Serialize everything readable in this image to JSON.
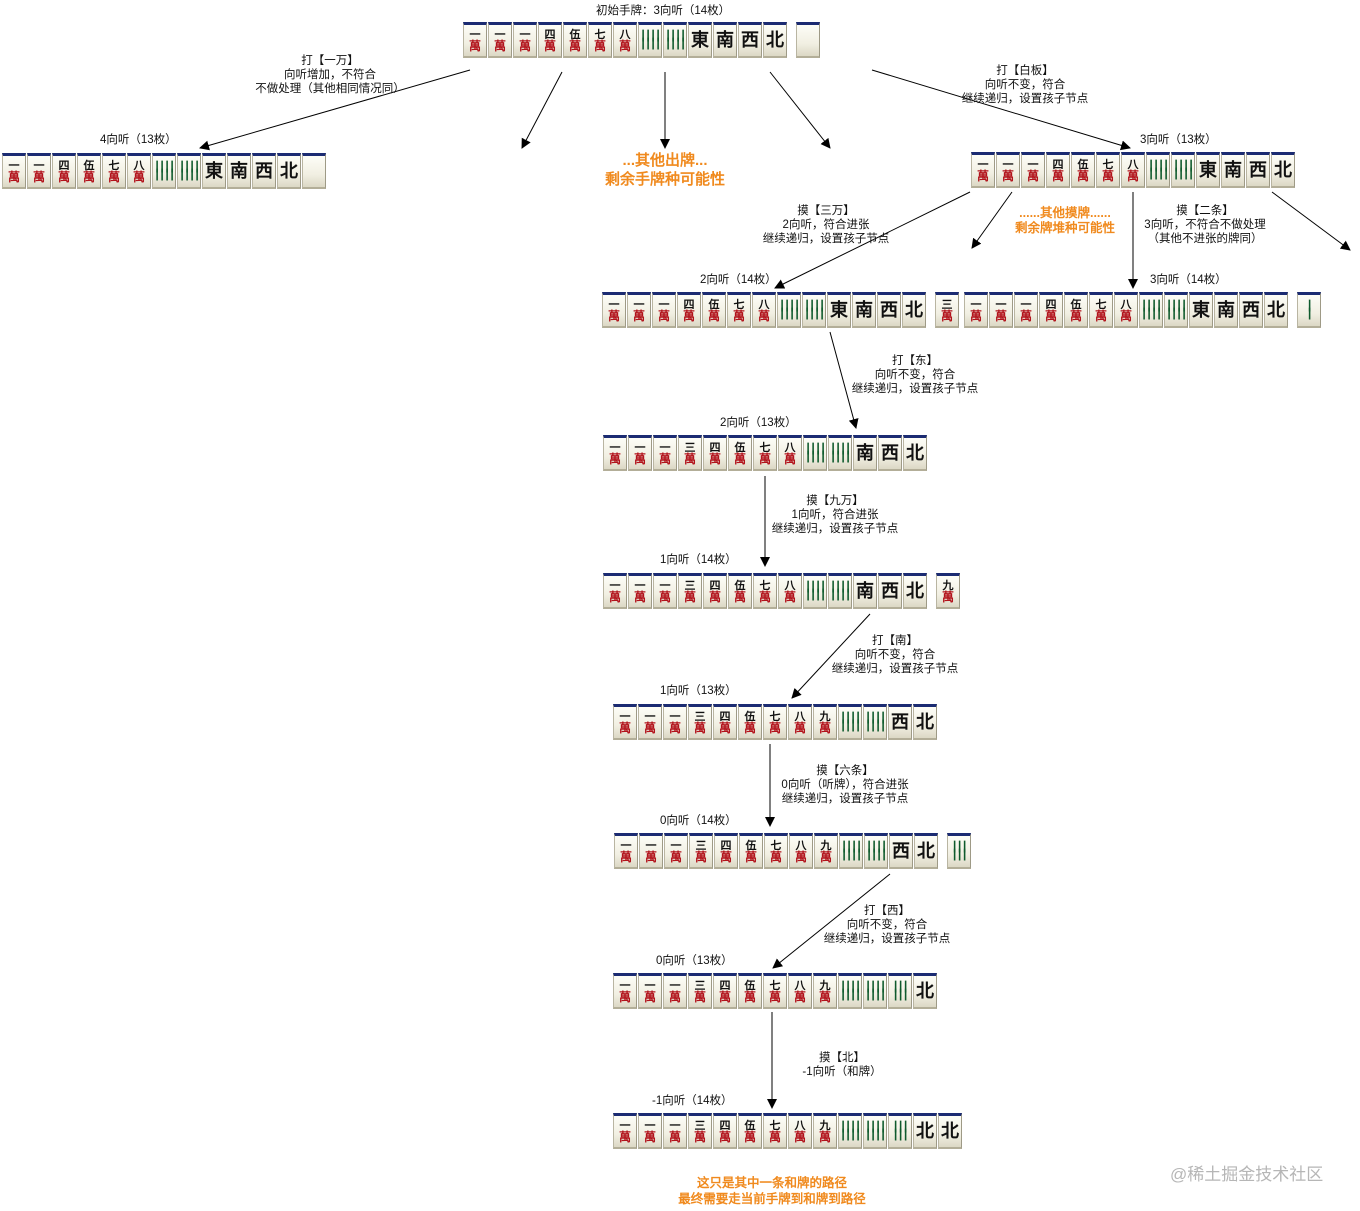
{
  "hands": [
    {
      "id": "h0",
      "title": "初始手牌：3向听（14枚）",
      "tiles": [
        "1m",
        "1m",
        "1m",
        "4m",
        "5m",
        "7m",
        "8m",
        "8s",
        "8s",
        "E",
        "S",
        "W",
        "N",
        "P"
      ],
      "gap": 13
    },
    {
      "id": "h1",
      "title": "4向听（13枚）",
      "tiles": [
        "1m",
        "1m",
        "4m",
        "5m",
        "7m",
        "8m",
        "8s",
        "8s",
        "E",
        "S",
        "W",
        "N",
        "P"
      ],
      "gap": -1
    },
    {
      "id": "h2",
      "title": "3向听（13枚）",
      "tiles": [
        "1m",
        "1m",
        "1m",
        "4m",
        "5m",
        "7m",
        "8m",
        "8s",
        "8s",
        "E",
        "S",
        "W",
        "N"
      ],
      "gap": -1
    },
    {
      "id": "h3",
      "title": "2向听（14枚）",
      "tiles": [
        "1m",
        "1m",
        "1m",
        "4m",
        "5m",
        "7m",
        "8m",
        "8s",
        "8s",
        "E",
        "S",
        "W",
        "N",
        "3m"
      ],
      "gap": 13
    },
    {
      "id": "h4",
      "title": "3向听（14枚）",
      "tiles": [
        "1m",
        "1m",
        "1m",
        "4m",
        "5m",
        "7m",
        "8m",
        "8s",
        "8s",
        "E",
        "S",
        "W",
        "N",
        "2s"
      ],
      "gap": 13
    },
    {
      "id": "h5",
      "title": "2向听（13枚）",
      "tiles": [
        "1m",
        "1m",
        "1m",
        "3m",
        "4m",
        "5m",
        "7m",
        "8m",
        "8s",
        "8s",
        "S",
        "W",
        "N"
      ],
      "gap": -1
    },
    {
      "id": "h6",
      "title": "1向听（14枚）",
      "tiles": [
        "1m",
        "1m",
        "1m",
        "3m",
        "4m",
        "5m",
        "7m",
        "8m",
        "8s",
        "8s",
        "S",
        "W",
        "N",
        "9m"
      ],
      "gap": 13
    },
    {
      "id": "h7",
      "title": "1向听（13枚）",
      "tiles": [
        "1m",
        "1m",
        "1m",
        "3m",
        "4m",
        "5m",
        "7m",
        "8m",
        "9m",
        "8s",
        "8s",
        "W",
        "N"
      ],
      "gap": -1
    },
    {
      "id": "h8",
      "title": "0向听（14枚）",
      "tiles": [
        "1m",
        "1m",
        "1m",
        "3m",
        "4m",
        "5m",
        "7m",
        "8m",
        "9m",
        "8s",
        "8s",
        "W",
        "N",
        "6s"
      ],
      "gap": 13
    },
    {
      "id": "h9",
      "title": "0向听（13枚）",
      "tiles": [
        "1m",
        "1m",
        "1m",
        "3m",
        "4m",
        "5m",
        "7m",
        "8m",
        "9m",
        "8s",
        "8s",
        "6s",
        "N"
      ],
      "gap": -1
    },
    {
      "id": "h10",
      "title": "-1向听（14枚）",
      "tiles": [
        "1m",
        "1m",
        "1m",
        "3m",
        "4m",
        "5m",
        "7m",
        "8m",
        "9m",
        "8s",
        "8s",
        "6s",
        "N",
        "N"
      ],
      "gap": -1
    }
  ],
  "tile_glyphs": {
    "1m": "一",
    "3m": "三",
    "4m": "四",
    "5m": "伍",
    "7m": "七",
    "8m": "八",
    "9m": "九",
    "man": "萬",
    "E": "東",
    "S": "南",
    "W": "西",
    "N": "北",
    "P": ""
  },
  "labels": {
    "discard_1m": [
      "打【一万】",
      "向听增加，不符合",
      "不做处理（其他相同情况同）"
    ],
    "discard_white": [
      "打【白板】",
      "向听不变，符合",
      "继续递归，设置孩子节点"
    ],
    "draw_3m": [
      "摸【三万】",
      "2向听，符合进张",
      "继续递归，设置孩子节点"
    ],
    "draw_2s": [
      "摸【二条】",
      "3向听，不符合不做处理",
      "（其他不进张的牌同）"
    ],
    "discard_east": [
      "打【东】",
      "向听不变，符合",
      "继续递归，设置孩子节点"
    ],
    "draw_9m": [
      "摸【九万】",
      "1向听，符合进张",
      "继续递归，设置孩子节点"
    ],
    "discard_south": [
      "打【南】",
      "向听不变，符合",
      "继续递归，设置孩子节点"
    ],
    "draw_6s": [
      "摸【六条】",
      "0向听（听牌），符合进张",
      "继续递归，设置孩子节点"
    ],
    "discard_west": [
      "打【西】",
      "向听不变，符合",
      "继续递归，设置孩子节点"
    ],
    "draw_north": [
      "摸【北】",
      "-1向听（和牌）"
    ]
  },
  "notes": {
    "other_discards": [
      "...其他出牌...",
      "剩余手牌种可能性"
    ],
    "other_draws": [
      "......其他摸牌......",
      "剩余牌堆种可能性"
    ],
    "bottom": [
      "这只是其中一条和牌的路径",
      "最终需要走当前手牌到和牌到路径"
    ]
  },
  "watermark": "@稀土掘金技术社区",
  "colors": {
    "accent": "#f08a1e",
    "tile_back": "#1b2b72",
    "man_red": "#b2121b",
    "sou_green": "#0e5a2c"
  }
}
